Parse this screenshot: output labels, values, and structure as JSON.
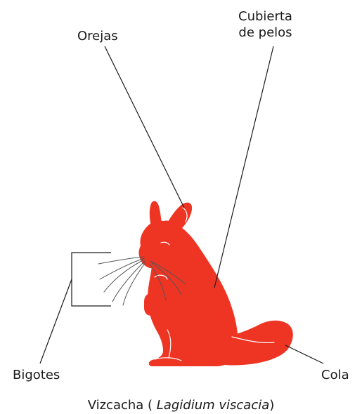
{
  "labels": {
    "ears": "Orejas",
    "fur_line1": "Cubierta",
    "fur_line2": "de pelos",
    "whiskers": "Bigotes",
    "tail": "Cola"
  },
  "caption": {
    "common_name": "Vizcacha (",
    "scientific_name": "Lagidium viscacia",
    "close": ")"
  },
  "colors": {
    "animal": "#ee3524",
    "lines": "#1a1a1a",
    "whiskers": "#555555"
  }
}
